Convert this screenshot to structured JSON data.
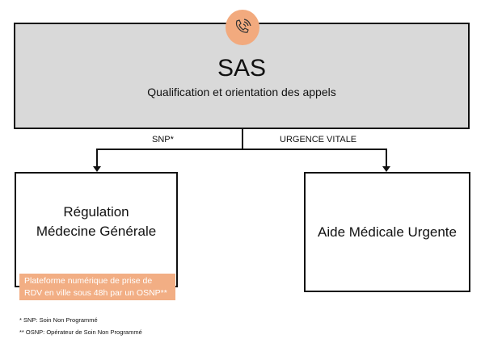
{
  "sas": {
    "title": "SAS",
    "subtitle": "Qualification et orientation des appels",
    "icon": "phone-ringing-icon"
  },
  "branches": {
    "left_label": "SNP*",
    "right_label": "URGENCE VITALE"
  },
  "left_box": {
    "line1": "Régulation",
    "line2": "Médecine Générale",
    "note": "Plateforme numérique de prise de RDV en ville sous 48h par un OSNP**"
  },
  "right_box": {
    "title": "Aide Médicale Urgente"
  },
  "footnotes": [
    "* SNP: Soin Non Programmé",
    "** OSNP: Opérateur de Soin Non Programmé"
  ],
  "colors": {
    "accent": "#f2aa7e",
    "box_gray": "#d9d9d9"
  }
}
